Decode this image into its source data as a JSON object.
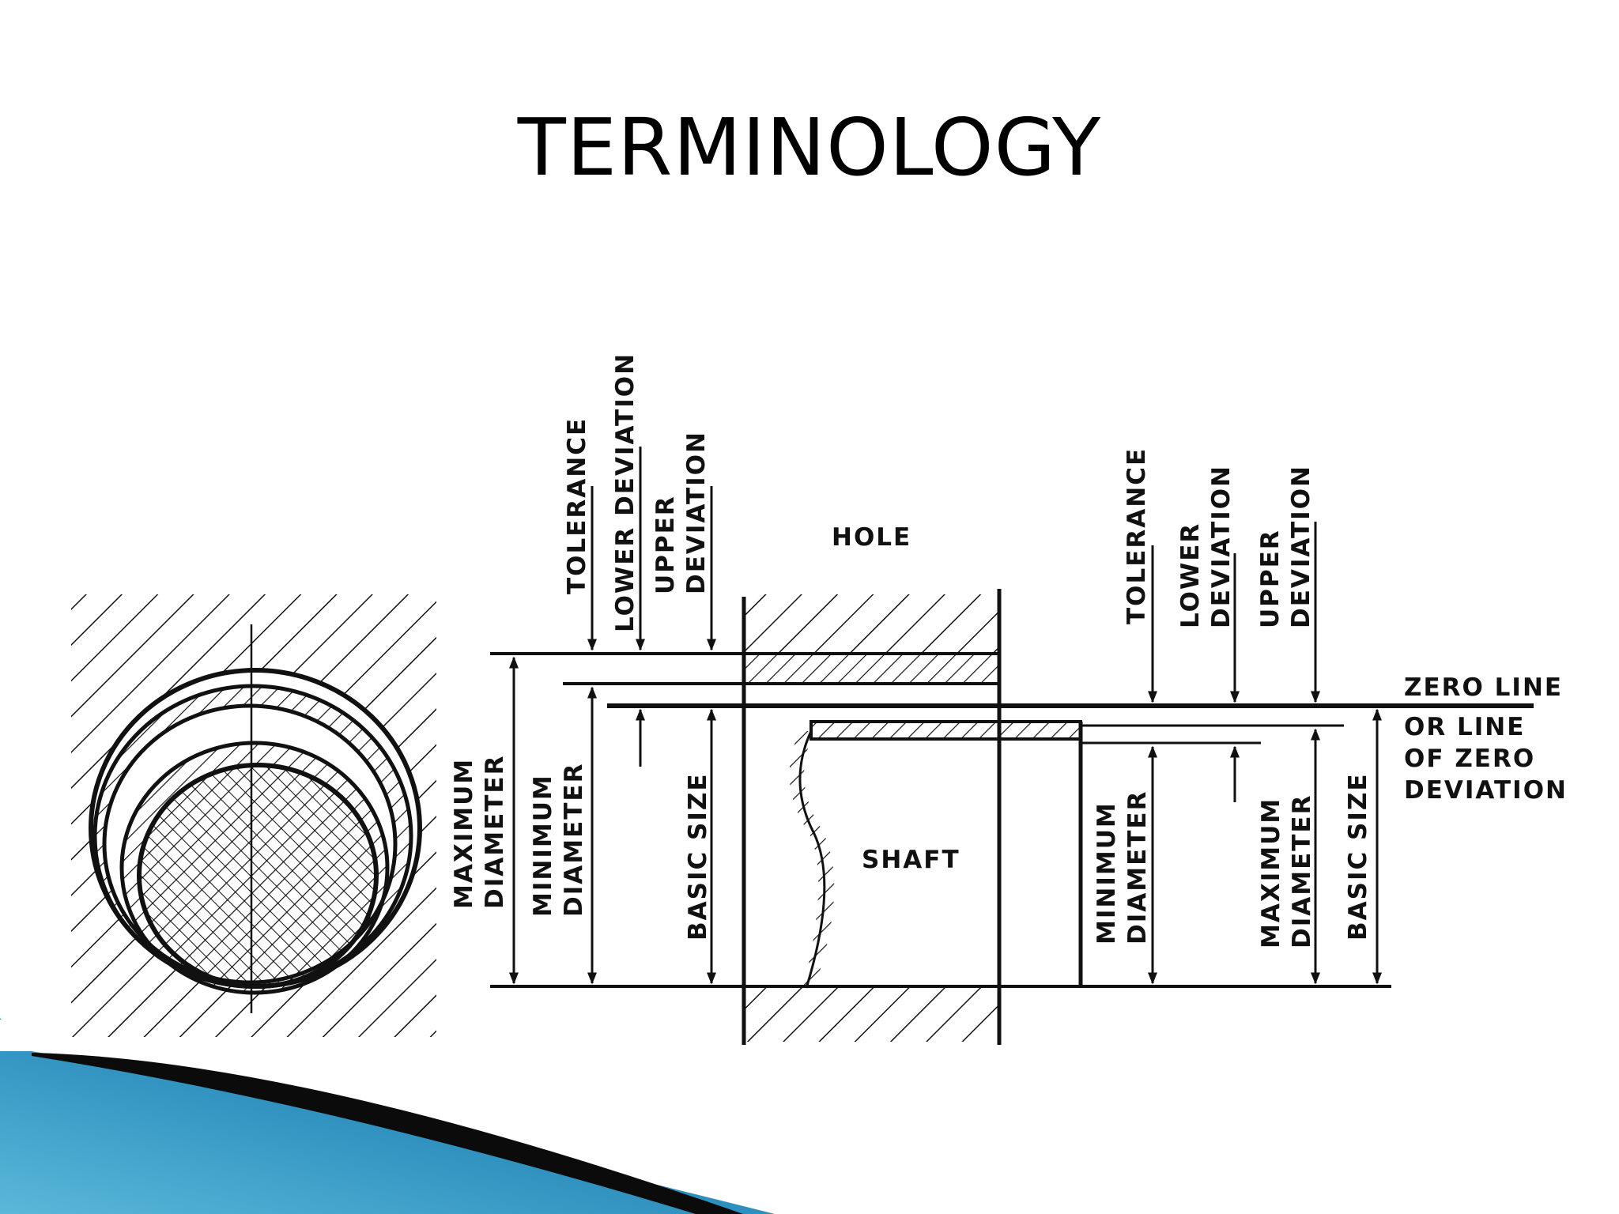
{
  "slide": {
    "title": "TERMINOLOGY"
  },
  "colors": {
    "ink": "#111111",
    "background": "#ffffff",
    "accent_blue": "#1f78a8",
    "accent_dark": "#0b0b0b"
  },
  "diagram": {
    "hole_label": "HOLE",
    "shaft_label": "SHAFT",
    "zero_line": [
      "ZERO LINE",
      "OR LINE",
      "OF ZERO",
      "DEVIATION"
    ],
    "hole_side": {
      "tolerance": "TOLERANCE",
      "lower_deviation": "LOWER DEVIATION",
      "upper_deviation": [
        "UPPER",
        "DEVIATION"
      ],
      "maximum_diameter": [
        "MAXIMUM",
        "DIAMETER"
      ],
      "minimum_diameter": [
        "MINIMUM",
        "DIAMETER"
      ],
      "basic_size": "BASIC SIZE"
    },
    "shaft_side": {
      "tolerance": "TOLERANCE",
      "lower_deviation": [
        "LOWER",
        "DEVIATION"
      ],
      "upper_deviation": [
        "UPPER",
        "DEVIATION"
      ],
      "minimum_diameter": [
        "MINIMUM",
        "DIAMETER"
      ],
      "maximum_diameter": [
        "MAXIMUM",
        "DIAMETER"
      ],
      "basic_size": "BASIC SIZE"
    }
  }
}
